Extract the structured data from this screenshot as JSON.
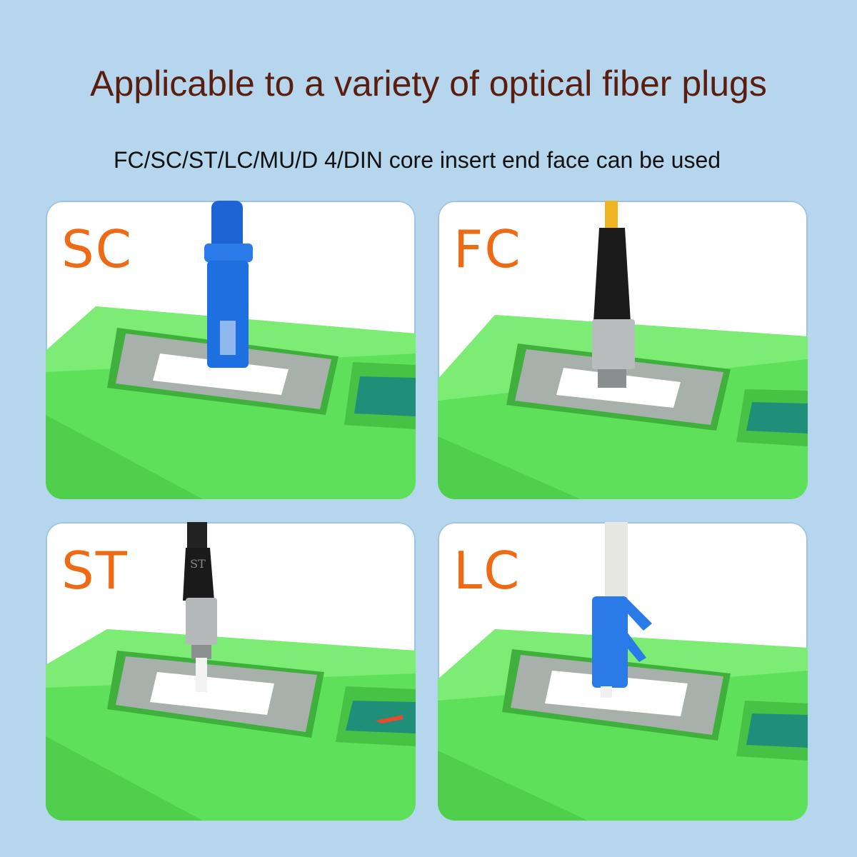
{
  "headline": "Applicable to a variety of optical fiber plugs",
  "subline": "FC/SC/ST/LC/MU/D 4/DIN core insert end face can be used",
  "colors": {
    "background": "#b6d6ee",
    "headline": "#5a1e0e",
    "label": "#ee6a14",
    "device_green": "#5fe05a"
  },
  "panels": [
    {
      "label": "SC"
    },
    {
      "label": "FC"
    },
    {
      "label": "ST",
      "plug_marking": "ST"
    },
    {
      "label": "LC"
    }
  ]
}
